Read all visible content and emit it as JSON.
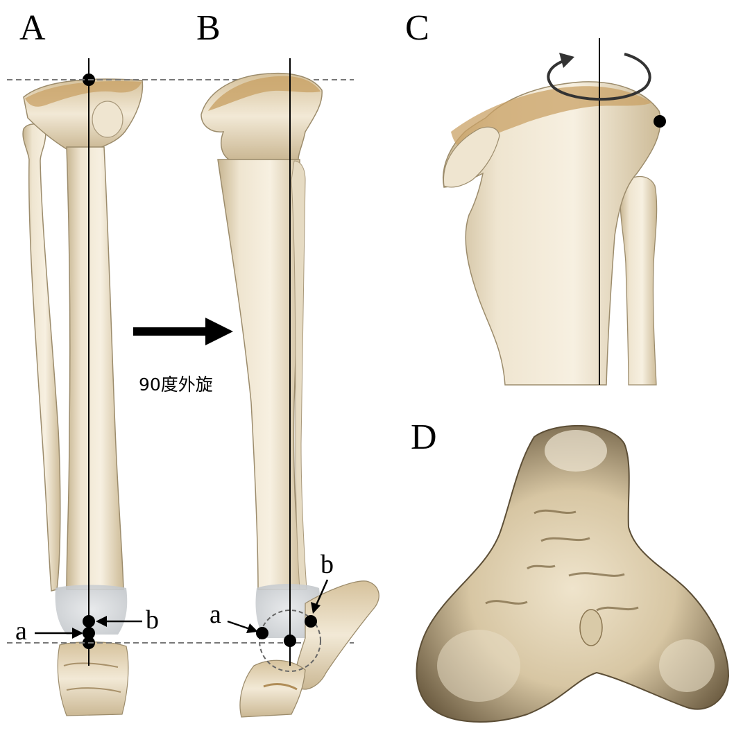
{
  "panels": {
    "a": {
      "label": "A"
    },
    "b": {
      "label": "B"
    },
    "c": {
      "label": "C"
    },
    "d": {
      "label": "D"
    }
  },
  "annotations": {
    "rotation_caption": "90度外旋",
    "point_a": "a",
    "point_b": "b"
  },
  "colors": {
    "bone_light": "#f4ecdb",
    "bone_mid": "#e4d6ba",
    "bone_shadow": "#bfae8c",
    "bone_cartilage": "#c9a266",
    "ankle_gray": "#cfd3d6",
    "outline": "#8a7a5e",
    "ink": "#000000",
    "guide_dash": "#777777"
  },
  "icons": {
    "rotate_arrow": "rotate-arrow-icon",
    "right_arrow": "right-arrow-icon"
  }
}
